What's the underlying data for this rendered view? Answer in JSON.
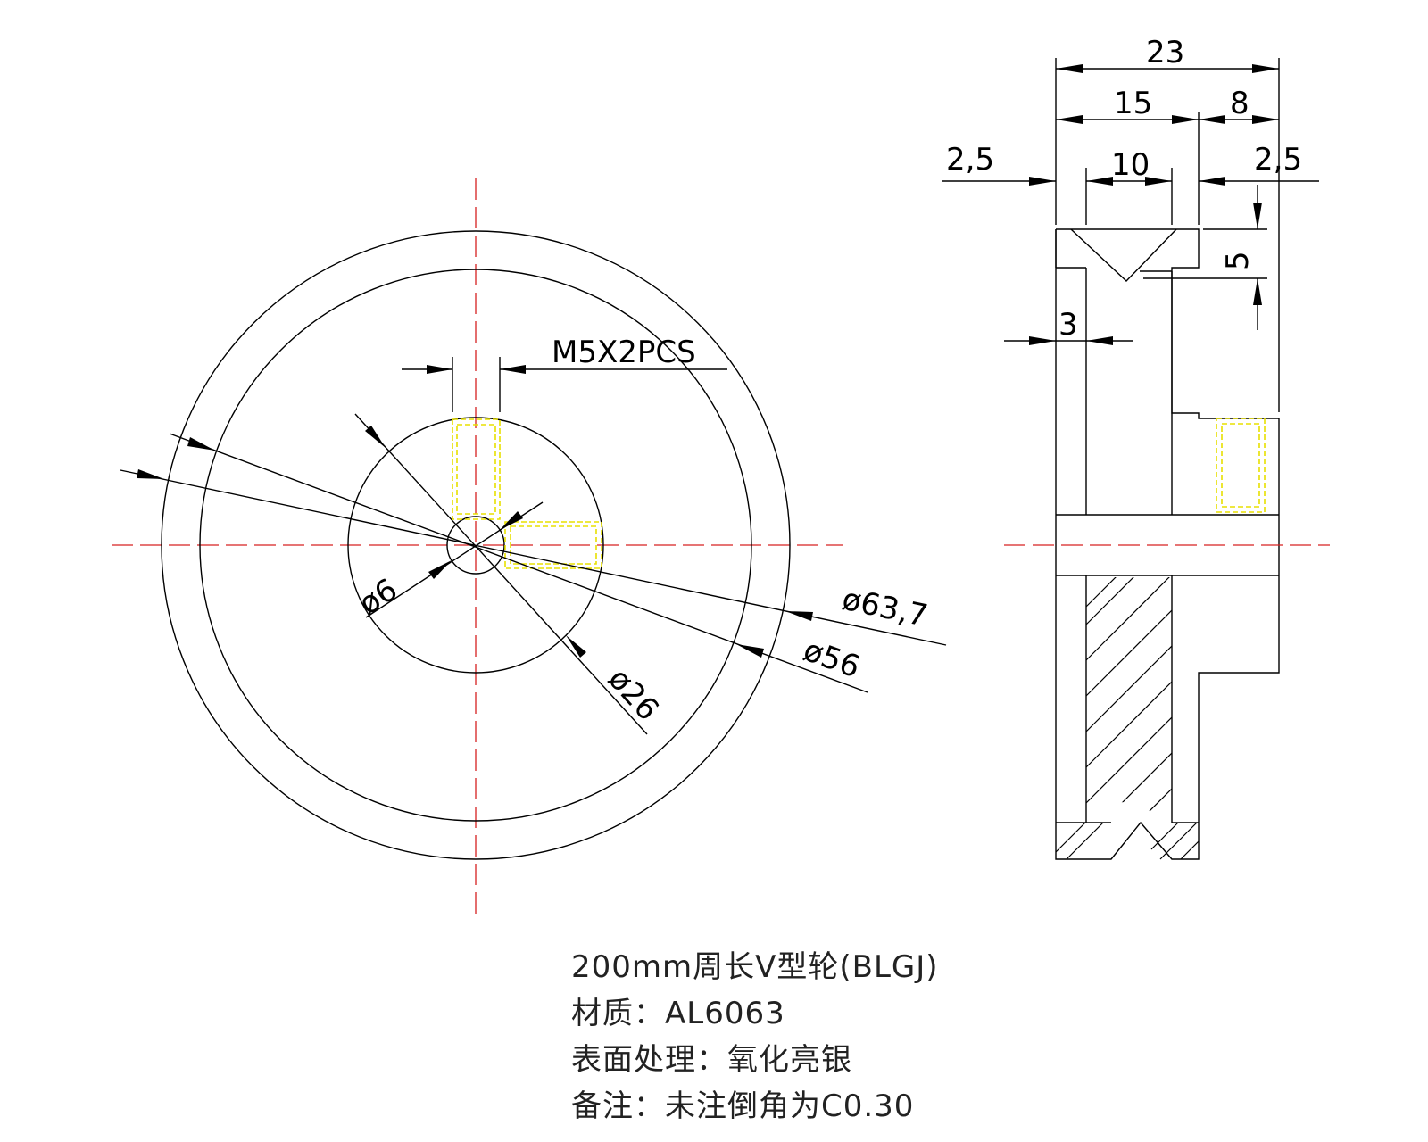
{
  "front_view": {
    "dims": {
      "d_outer": "ø63,7",
      "d_groove": "ø56",
      "d_hub": "ø26",
      "d_bore": "ø6",
      "screw": "M5X2PCS"
    }
  },
  "side_view": {
    "dims": {
      "overall": "23",
      "body": "15",
      "hub": "8",
      "left_edge": "2,5",
      "groove_top": "10",
      "right_edge": "2,5",
      "groove_depth": "5",
      "wall": "3"
    }
  },
  "notes": {
    "title": "200mm周长V型轮(BLGJ)",
    "material": "材质：AL6063",
    "finish": "表面处理：氧化亮银",
    "remark": "备注：未注倒角为C0.30"
  },
  "colors": {
    "line": "#000000",
    "center_line": "#d62020",
    "hidden_line": "#e8e000"
  }
}
